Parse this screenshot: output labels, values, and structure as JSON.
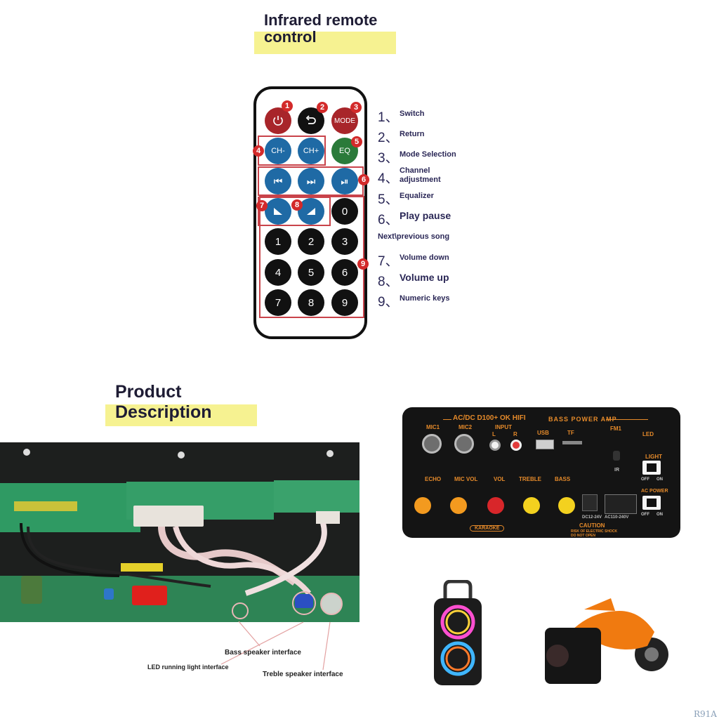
{
  "remote_section": {
    "title_line1": "Infrared remote",
    "title_line2": "control",
    "buttons": {
      "mode": "MODE",
      "ch_minus": "CH-",
      "ch_plus": "CH+",
      "eq": "EQ",
      "prev": "⏮",
      "next": "⏭",
      "play_pause": "⏯",
      "zero": "0",
      "digits": [
        "1",
        "2",
        "3",
        "4",
        "5",
        "6",
        "7",
        "8",
        "9"
      ]
    },
    "markers": [
      "1",
      "2",
      "3",
      "4",
      "5",
      "6",
      "7",
      "8",
      "9"
    ],
    "legend": [
      {
        "num": "1、",
        "text": "Switch"
      },
      {
        "num": "2、",
        "text": "Return"
      },
      {
        "num": "3、",
        "text": "Mode Selection"
      },
      {
        "num": "4、",
        "text": "Channel adjustment"
      },
      {
        "num": "5、",
        "text": "Equalizer"
      },
      {
        "num": "6、",
        "text": "Play pause"
      },
      {
        "num": "",
        "text": "Next\\previous song"
      },
      {
        "num": "7、",
        "text": "Volume down"
      },
      {
        "num": "8、",
        "text": "Volume up"
      },
      {
        "num": "9、",
        "text": "Numeric keys"
      }
    ],
    "colors": {
      "power": "#a8252a",
      "return": "#111111",
      "mode": "#a8252a",
      "channel": "#1f6aa5",
      "eq": "#2a7a3a",
      "marker": "#d32a2a",
      "box": "#c9434a"
    }
  },
  "product_section": {
    "title_line1": "Product",
    "title_line2": "Description",
    "captions": {
      "bass": "Bass speaker interface",
      "led": "LED running light interface",
      "treble": "Treble speaker interface"
    }
  },
  "amp_panel": {
    "brand": "AC/DC D100+ OK HIFI",
    "model": "BASS POWER AMP",
    "mic1": "MIC1",
    "mic2": "MIC2",
    "input": "INPUT",
    "l": "L",
    "r": "R",
    "usb": "USB",
    "tf": "TF",
    "fm": "FM1",
    "led": "LED",
    "light": "LIGHT",
    "ir": "IR",
    "ac_power": "AC POWER",
    "knobs": [
      "ECHO",
      "MIC VOL",
      "VOL",
      "TREBLE",
      "BASS"
    ],
    "dc": "DC12-24V",
    "ac": "AC110-240V",
    "karaoke": "KARAOKE",
    "caution": "CAUTION",
    "caution_text": "RISK OF ELECTRIC SHOCK DO NOT OPEN",
    "off": "OFF",
    "on": "ON",
    "knob_colors": [
      "#f39a1f",
      "#f39a1f",
      "#d8262a",
      "#f3d11f",
      "#f3d11f"
    ]
  },
  "watermark": "R91A"
}
